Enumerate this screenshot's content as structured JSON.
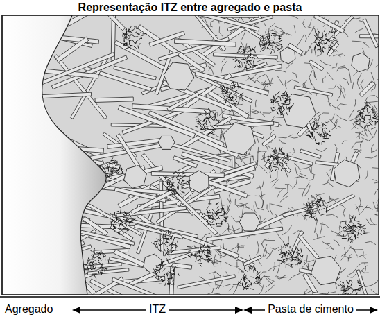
{
  "diagram": {
    "title": "Representação ITZ entre agregado e pasta",
    "labels": [
      "Agregado",
      "ITZ",
      "Pasta de cimento"
    ]
  }
}
